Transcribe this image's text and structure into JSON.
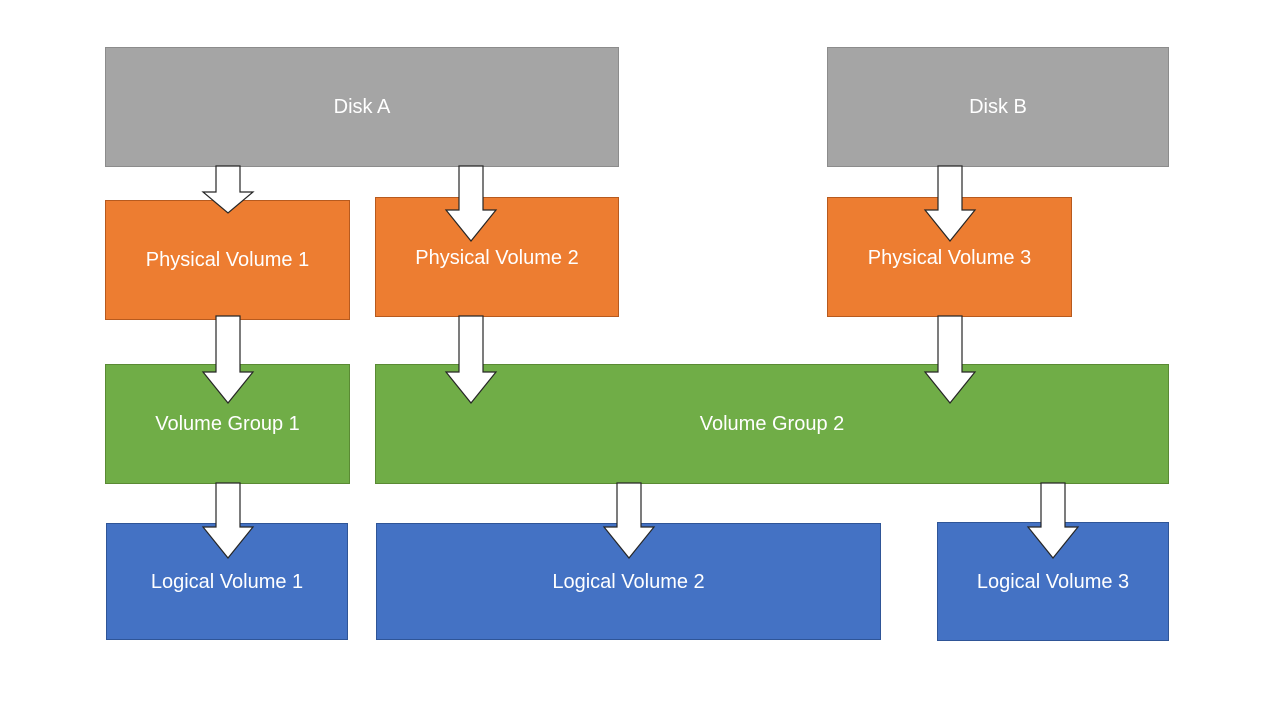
{
  "colors": {
    "disk": "#a5a5a5",
    "physical_volume": "#ed7d31",
    "volume_group": "#70ad47",
    "logical_volume": "#4472c4",
    "arrow_fill": "#ffffff",
    "arrow_stroke": "#262626"
  },
  "disks": [
    {
      "id": "disk-a",
      "label": "Disk A"
    },
    {
      "id": "disk-b",
      "label": "Disk B"
    }
  ],
  "physical_volumes": [
    {
      "id": "pv-1",
      "label": "Physical Volume 1"
    },
    {
      "id": "pv-2",
      "label": "Physical Volume 2"
    },
    {
      "id": "pv-3",
      "label": "Physical Volume 3"
    }
  ],
  "volume_groups": [
    {
      "id": "vg-1",
      "label": "Volume Group 1"
    },
    {
      "id": "vg-2",
      "label": "Volume Group 2"
    }
  ],
  "logical_volumes": [
    {
      "id": "lv-1",
      "label": "Logical Volume 1"
    },
    {
      "id": "lv-2",
      "label": "Logical Volume 2"
    },
    {
      "id": "lv-3",
      "label": "Logical Volume 3"
    }
  ],
  "connections": [
    {
      "from": "Disk A",
      "to": "Physical Volume 1"
    },
    {
      "from": "Disk A",
      "to": "Physical Volume 2"
    },
    {
      "from": "Disk B",
      "to": "Physical Volume 3"
    },
    {
      "from": "Physical Volume 1",
      "to": "Volume Group 1"
    },
    {
      "from": "Physical Volume 2",
      "to": "Volume Group 2"
    },
    {
      "from": "Physical Volume 3",
      "to": "Volume Group 2"
    },
    {
      "from": "Volume Group 1",
      "to": "Logical Volume 1"
    },
    {
      "from": "Volume Group 2",
      "to": "Logical Volume 2"
    },
    {
      "from": "Volume Group 2",
      "to": "Logical Volume 3"
    }
  ]
}
